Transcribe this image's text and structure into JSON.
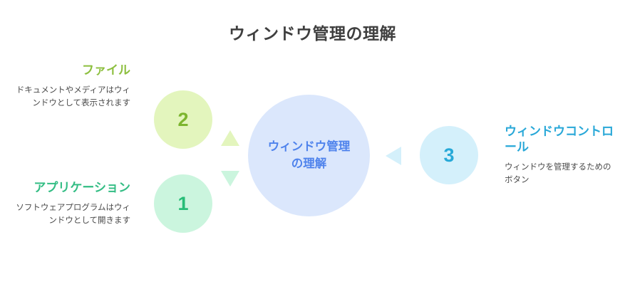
{
  "page": {
    "title": "ウィンドウ管理の理解",
    "background_color": "#ffffff"
  },
  "hub": {
    "label": "ウィンドウ管理\nの理解",
    "fill_color": "#dbe7fc",
    "text_color": "#4f83ec"
  },
  "nodes": [
    {
      "number": "1",
      "heading": "アプリケーション",
      "description": "ソフトウェアプログラムはウィンドウとして開きます",
      "circle_color": "#cbf5de",
      "number_color": "#27bd77",
      "heading_color": "#33bd84",
      "side": "left"
    },
    {
      "number": "2",
      "heading": "ファイル",
      "description": "ドキュメントやメディアはウィンドウとして表示されます",
      "circle_color": "#e3f5bd",
      "number_color": "#7cb52e",
      "heading_color": "#8dbf3f",
      "side": "left"
    },
    {
      "number": "3",
      "heading": "ウィンドウコントロール",
      "description": "ウィンドウを管理するためのボタン",
      "circle_color": "#d4f0fb",
      "number_color": "#27a9d8",
      "heading_color": "#29a8d8",
      "side": "right"
    }
  ],
  "arrows": [
    {
      "name": "arrow-up",
      "direction": "up",
      "color": "#e3f5bd"
    },
    {
      "name": "arrow-down",
      "direction": "down",
      "color": "#cbf5de"
    },
    {
      "name": "arrow-left",
      "direction": "left",
      "color": "#d4f0fb"
    }
  ]
}
